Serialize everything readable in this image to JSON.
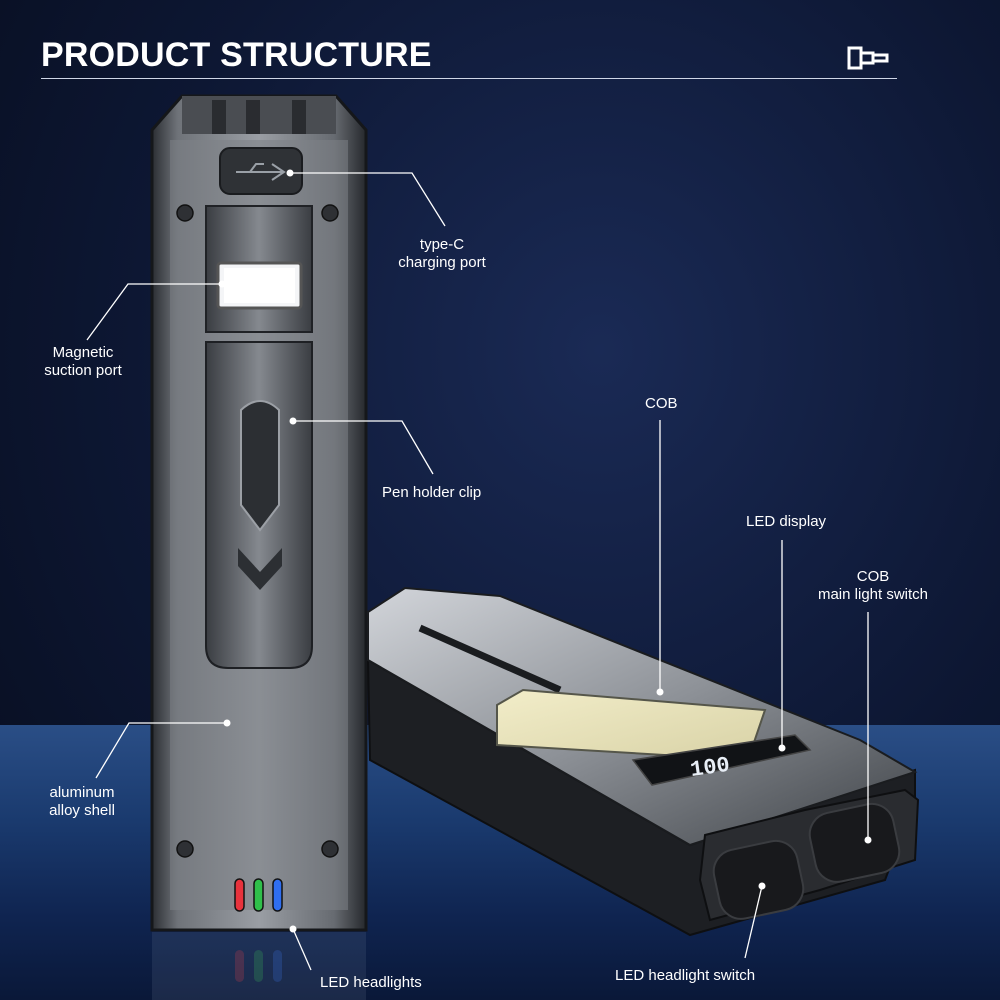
{
  "header": {
    "title": "PRODUCT STRUCTURE",
    "icon": "flashlight-icon"
  },
  "callouts": {
    "type_c": {
      "line1": "type-C",
      "line2": "charging port"
    },
    "magnetic": {
      "line1": "Magnetic",
      "line2": "suction port"
    },
    "pen_clip": {
      "text": "Pen holder clip"
    },
    "aluminum": {
      "line1": "aluminum",
      "line2": "alloy shell"
    },
    "led_headlights": {
      "text": "LED headlights"
    },
    "cob": {
      "text": "COB"
    },
    "led_display": {
      "text": "LED display"
    },
    "cob_switch": {
      "line1": "COB",
      "line2": "main light switch"
    },
    "led_headlight_switch": {
      "text": "LED headlight switch"
    }
  },
  "device": {
    "display_readout": "100",
    "led_colors": [
      "#e8323c",
      "#2fbf4a",
      "#2f6ef0"
    ]
  }
}
